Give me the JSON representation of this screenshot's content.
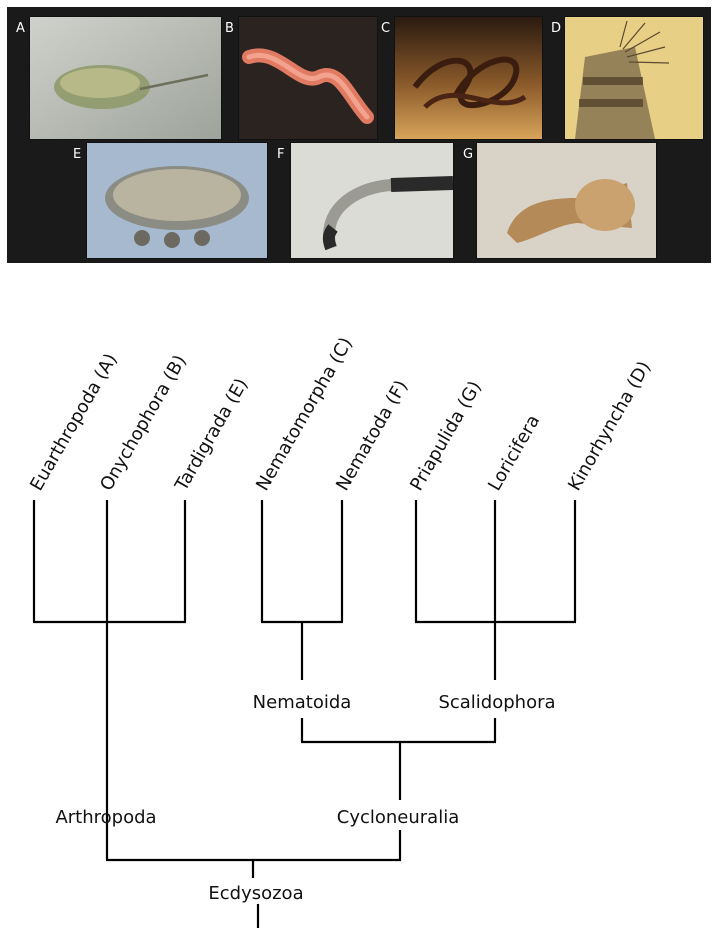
{
  "panels": [
    {
      "label": "A",
      "subject": "horseshoe-crab"
    },
    {
      "label": "B",
      "subject": "velvet-worm"
    },
    {
      "label": "C",
      "subject": "horsehair-worm"
    },
    {
      "label": "D",
      "subject": "kinorhynch"
    },
    {
      "label": "E",
      "subject": "tardigrade"
    },
    {
      "label": "F",
      "subject": "nematode"
    },
    {
      "label": "G",
      "subject": "priapulid"
    }
  ],
  "tree": {
    "taxa": [
      "Euarthropoda (A)",
      "Onychophora (B)",
      "Tardigrada (E)",
      "Nematomorpha (C)",
      "Nematoda (F)",
      "Priapulida (G)",
      "Loricifera",
      "Kinorhyncha (D)"
    ],
    "clades": {
      "nematoida": "Nematoida",
      "scalidophora": "Scalidophora",
      "arthropoda": "Arthropoda",
      "cycloneuralia": "Cycloneuralia",
      "ecdysozoa": "Ecdysozoa"
    }
  }
}
